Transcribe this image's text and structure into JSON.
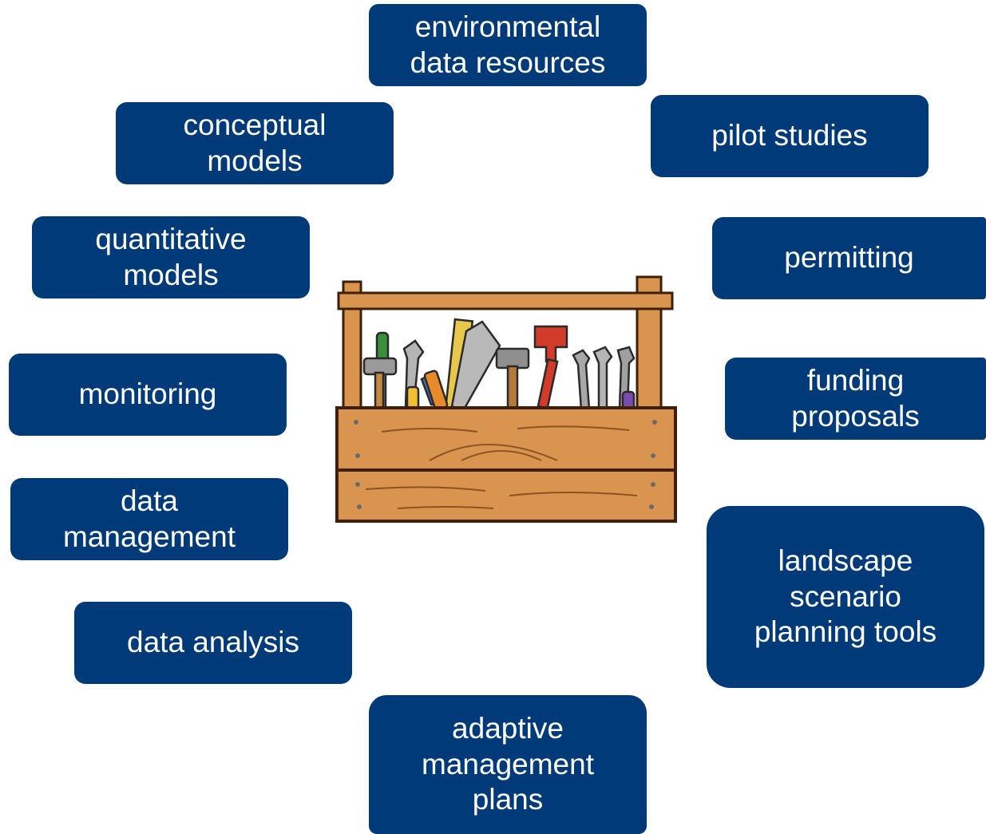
{
  "colors": {
    "box_fill": "#003A78",
    "box_text": "#FFFFFF",
    "wood_light": "#D9954F",
    "wood_dark": "#6B3A1A"
  },
  "center_image": {
    "icon": "toolbox-icon"
  },
  "boxes": {
    "environmental_data_resources": "environmental\ndata resources",
    "conceptual_models": "conceptual\nmodels",
    "pilot_studies": "pilot studies",
    "quantitative_models": "quantitative\nmodels",
    "permitting": "permitting",
    "monitoring": "monitoring",
    "funding_proposals": "funding\nproposals",
    "data_management": "data\nmanagement",
    "landscape_scenario_planning_tools": "landscape\nscenario\nplanning tools",
    "data_analysis": "data analysis",
    "adaptive_management_plans": "adaptive\nmanagement\nplans"
  }
}
